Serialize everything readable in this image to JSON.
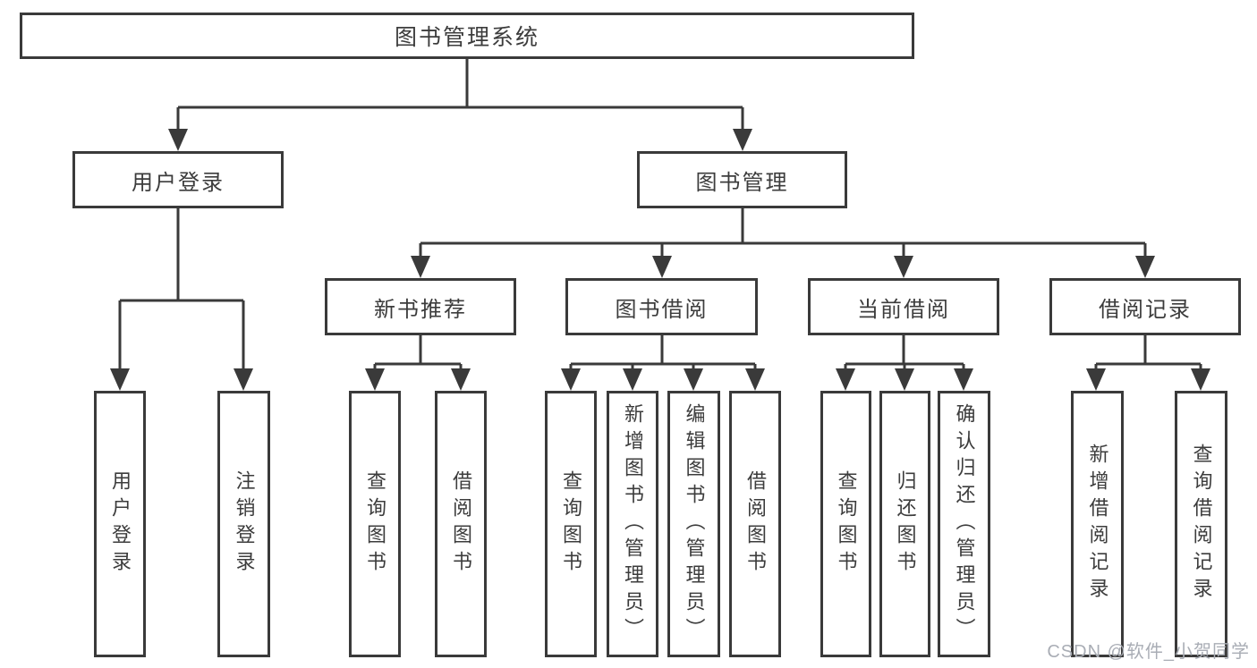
{
  "diagram_type": "hierarchy-tree",
  "tree": {
    "label": "图书管理系统",
    "children": [
      {
        "label": "用户登录",
        "children": [
          {
            "label": "用户登录"
          },
          {
            "label": "注销登录"
          }
        ]
      },
      {
        "label": "图书管理",
        "children": [
          {
            "label": "新书推荐",
            "children": [
              {
                "label": "查询图书"
              },
              {
                "label": "借阅图书"
              }
            ]
          },
          {
            "label": "图书借阅",
            "children": [
              {
                "label": "查询图书"
              },
              {
                "label": "新增图书（管理员）"
              },
              {
                "label": "编辑图书（管理员）"
              },
              {
                "label": "借阅图书"
              }
            ]
          },
          {
            "label": "当前借阅",
            "children": [
              {
                "label": "查询图书"
              },
              {
                "label": "归还图书"
              },
              {
                "label": "确认归还（管理员）"
              }
            ]
          },
          {
            "label": "借阅记录",
            "children": [
              {
                "label": "新增借阅记录"
              },
              {
                "label": "查询借阅记录"
              }
            ]
          }
        ]
      }
    ]
  },
  "watermark": {
    "text": "CSDN @软件_小贺同学"
  },
  "colors": {
    "line": "#3a3a3a",
    "box_border": "#3a3a3a",
    "text": "#3c3c3c",
    "watermark": "#a9adb5",
    "background": "#ffffff"
  }
}
